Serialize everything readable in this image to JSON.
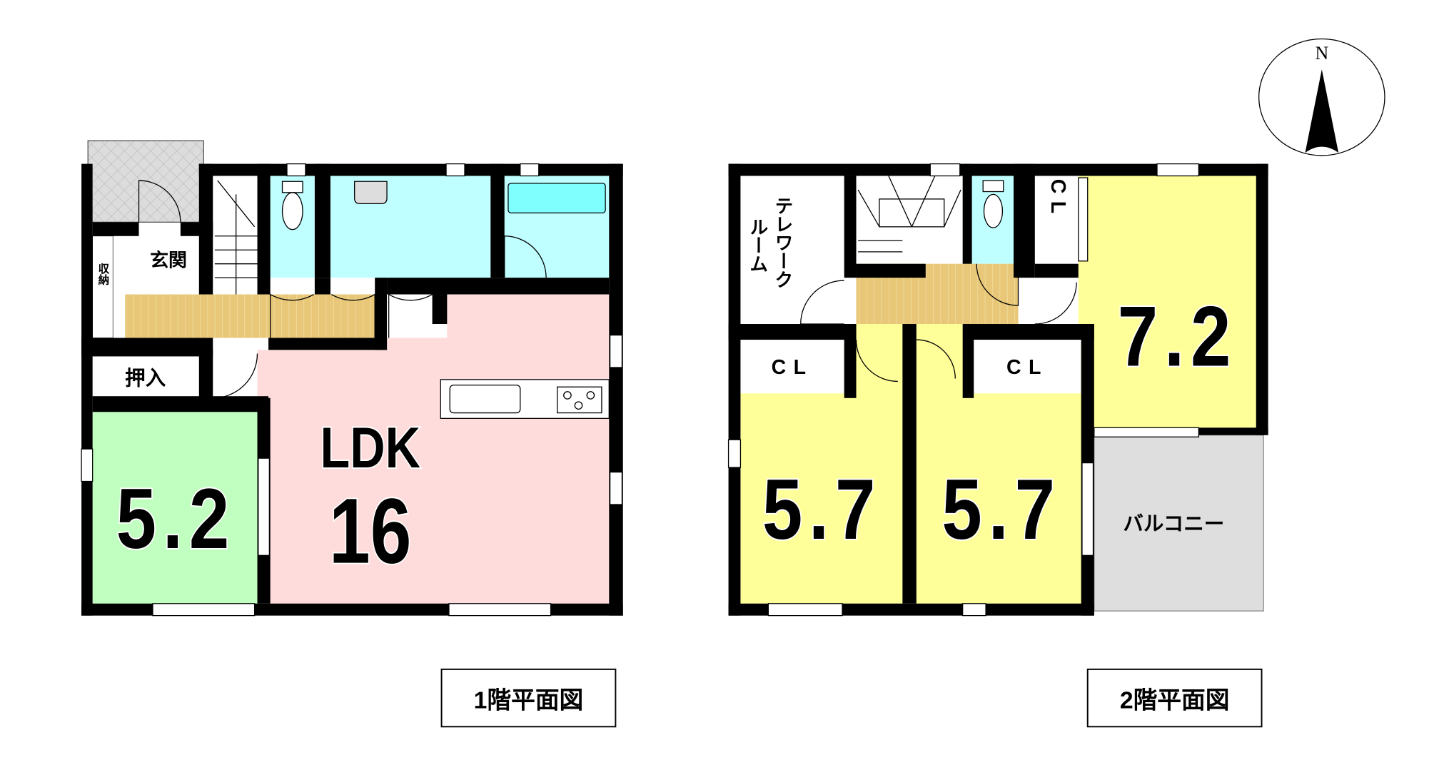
{
  "floor1": {
    "title": "1階平面図",
    "rooms": {
      "entrance": "玄関",
      "storage": "収納",
      "closet": "押入",
      "ldk_label": "LDK",
      "ldk_size": "16",
      "western_room_size": "5.2"
    }
  },
  "floor2": {
    "title": "2階平面図",
    "rooms": {
      "telework": "テレワークルーム",
      "telework_line1": "テレワーク",
      "telework_line2": "ルーム",
      "closet_a": "CL",
      "closet_b": "CL",
      "closet_c": "CL",
      "room_a_size": "5.7",
      "room_b_size": "5.7",
      "room_c_size": "7.2",
      "balcony": "バルコニー"
    }
  },
  "compass": {
    "label": "N"
  },
  "colors": {
    "wall": "#000000",
    "ldk": "#ffdcdc",
    "western_room_green": "#c0ffc0",
    "western_room_yellow": "#ffff9a",
    "wet_area": "#c0ffff",
    "bathtub": "#80ffff",
    "hallway": "#e8c878",
    "balcony": "#dedede"
  }
}
